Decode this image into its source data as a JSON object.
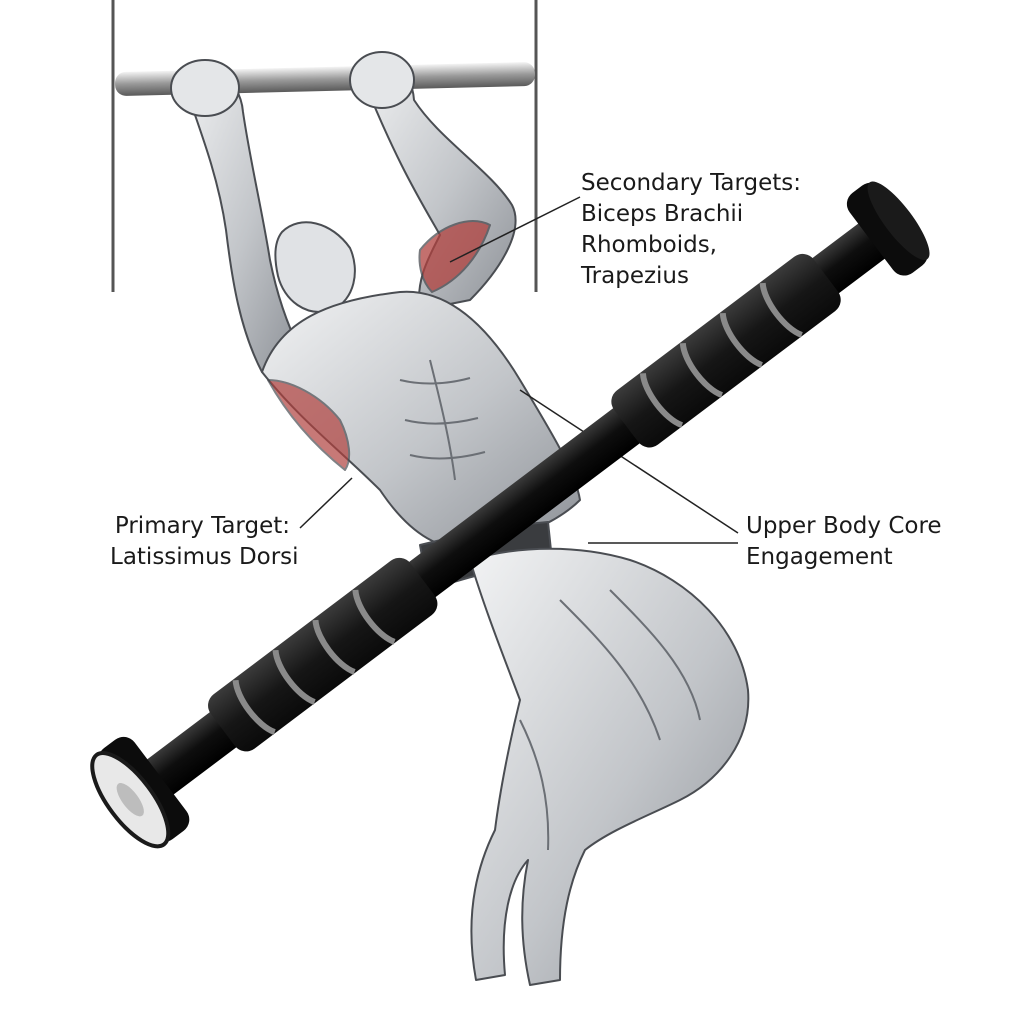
{
  "callouts": {
    "secondary": {
      "line1": "Secondary Targets:",
      "line2": "Biceps Brachii",
      "line3": "Rhomboids,",
      "line4": "Trapezius"
    },
    "primary": {
      "line1": "Primary Target:",
      "line2": "Latissimus Dorsi"
    },
    "core": {
      "line1": "Upper Body Core",
      "line2": "Engagement"
    }
  },
  "colors": {
    "background": "#ffffff",
    "bar": "#111111",
    "foam": "#1c1c1c",
    "foam_ring": "#8a8a8a",
    "endcap_face": "#e8e8e8",
    "muscle_base": "#c9cbce",
    "muscle_highlight": "#b0413e",
    "frame": "#555555",
    "text": "#1a1a1a"
  }
}
